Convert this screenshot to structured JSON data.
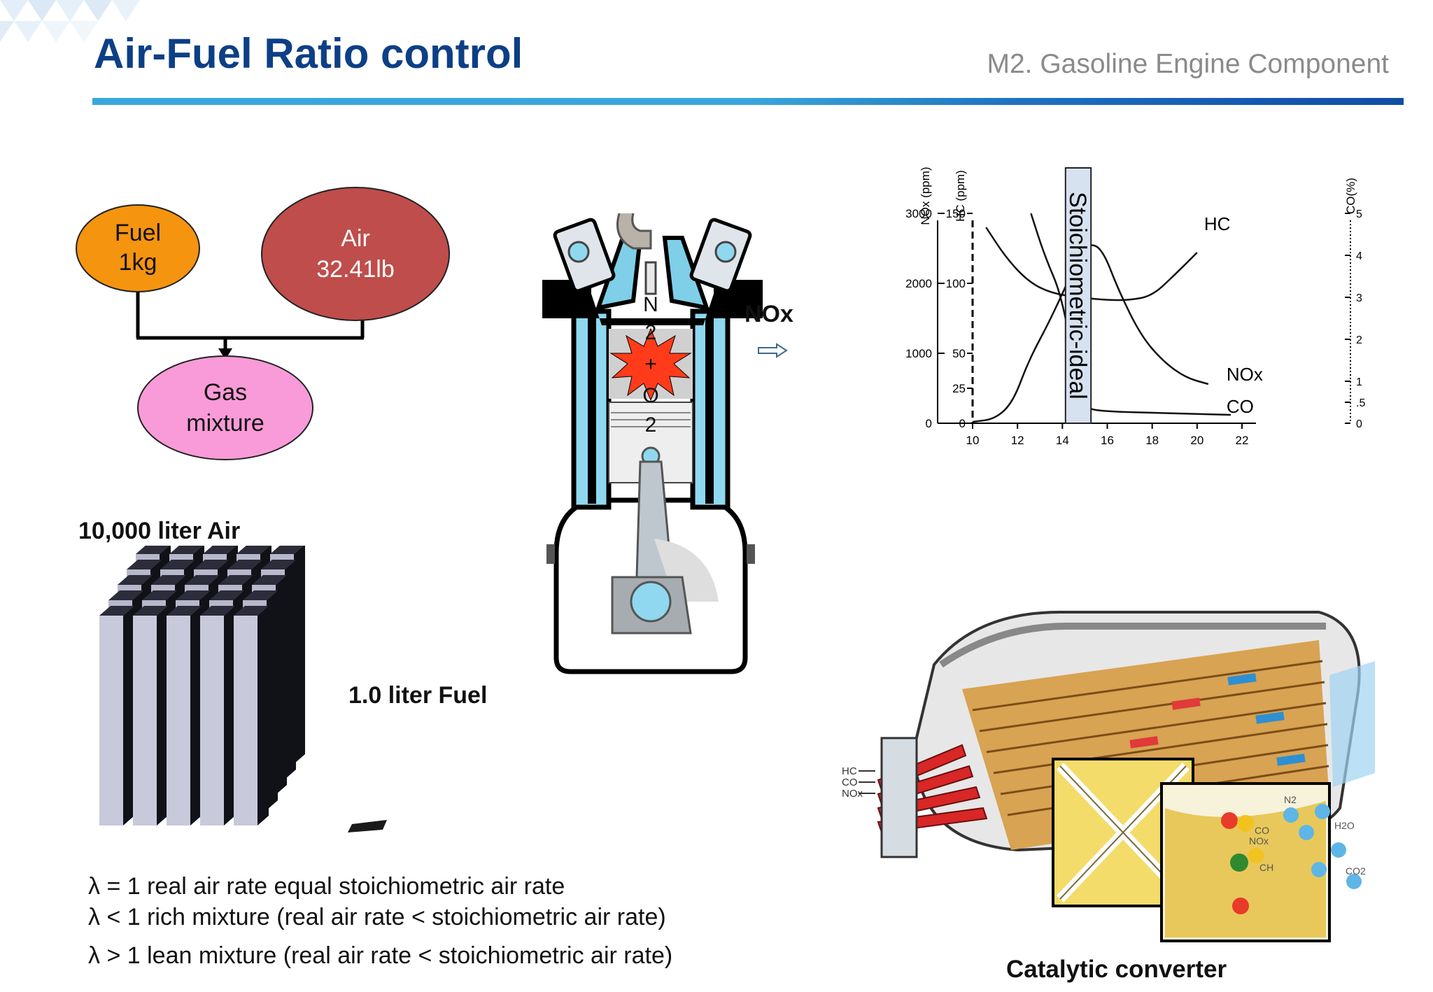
{
  "header": {
    "title": "Air-Fuel Ratio control",
    "subtitle": "M2. Gasoline Engine Component"
  },
  "flow": {
    "fuel": {
      "line1": "Fuel",
      "line2": "1kg",
      "fill": "#f5940f"
    },
    "air": {
      "line1": "Air",
      "line2": "32.41lb",
      "fill": "#bf4d4b"
    },
    "gas": {
      "line1": "Gas",
      "line2": "mixture",
      "fill": "#f99bd8"
    }
  },
  "volume": {
    "air_label": "10,000 liter Air",
    "fuel_label": "1.0 liter Fuel"
  },
  "engine": {
    "nox_label": "NOx",
    "reaction": [
      "N",
      "2",
      "+",
      "O",
      "2"
    ]
  },
  "lambda_notes": [
    "λ = 1 real air rate equal stoichiometric air rate",
    "λ < 1 rich mixture (real air rate < stoichiometric air rate)",
    "λ > 1 lean mixture (real air rate < stoichiometric air rate)"
  ],
  "chart_data": {
    "type": "line",
    "x": {
      "ticks": [
        "10",
        "12",
        "14",
        "16",
        "18",
        "20",
        "22"
      ],
      "range": [
        10,
        22
      ]
    },
    "axes": {
      "nox": {
        "label": "NOx (ppm)",
        "ticks": [
          "3000",
          "2000",
          "1000",
          "0"
        ],
        "range": [
          0,
          3000
        ]
      },
      "hc": {
        "label": "HC (ppm)",
        "ticks": [
          "150",
          "100",
          "50",
          "25",
          "0"
        ],
        "range": [
          0,
          150
        ]
      },
      "co": {
        "label": "CO(%)",
        "ticks": [
          "5",
          "4",
          "3",
          "2",
          "1",
          ".5",
          "0"
        ],
        "range": [
          0,
          5
        ]
      }
    },
    "band_label": "Stoichiometric-ideal",
    "band_range": [
      14.7,
      14.9
    ],
    "series": [
      {
        "name": "HC",
        "axis": "hc",
        "points": [
          [
            10.6,
            140
          ],
          [
            11.5,
            118
          ],
          [
            12.5,
            101
          ],
          [
            13.5,
            93
          ],
          [
            14.7,
            90
          ],
          [
            16,
            88
          ],
          [
            17,
            88
          ],
          [
            18,
            91
          ],
          [
            19,
            106
          ],
          [
            20,
            122
          ]
        ]
      },
      {
        "name": "NOx",
        "axis": "nox",
        "points": [
          [
            10,
            20
          ],
          [
            11,
            60
          ],
          [
            11.8,
            300
          ],
          [
            12.5,
            900
          ],
          [
            13.5,
            1500
          ],
          [
            14.7,
            2350
          ],
          [
            15.2,
            2580
          ],
          [
            15.8,
            2480
          ],
          [
            16.5,
            1900
          ],
          [
            17.5,
            1250
          ],
          [
            18.5,
            880
          ],
          [
            19.5,
            650
          ],
          [
            20.5,
            560
          ]
        ]
      },
      {
        "name": "CO",
        "axis": "co",
        "points": [
          [
            12.6,
            5
          ],
          [
            13.2,
            4
          ],
          [
            14,
            3
          ],
          [
            14.7,
            0.8
          ],
          [
            15,
            0.35
          ],
          [
            16,
            0.28
          ],
          [
            18,
            0.25
          ],
          [
            20,
            0.22
          ],
          [
            21.5,
            0.2
          ]
        ]
      }
    ]
  },
  "catalytic": {
    "caption": "Catalytic converter",
    "inlet_labels": [
      "HC",
      "CO",
      "NOx"
    ],
    "molecule_labels": [
      "N2",
      "H2O",
      "CO2",
      "CO",
      "NOx",
      "CH"
    ]
  }
}
